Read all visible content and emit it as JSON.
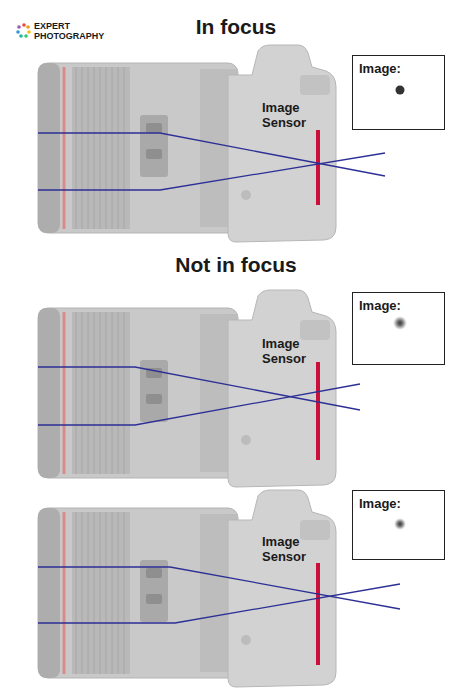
{
  "diagram": {
    "nodes": [
      {
        "text": [
          "Image:"
        ]
      },
      {
        "text": [
          "Image:"
        ]
      },
      {
        "text": [
          "Image:"
        ]
      }
    ],
    "labels": [
      "EXPERT PHOTOGRAPHY",
      "In focus",
      "Image Sensor",
      "Not in focus",
      "Image Sensor",
      "Image Sensor"
    ]
  }
}
